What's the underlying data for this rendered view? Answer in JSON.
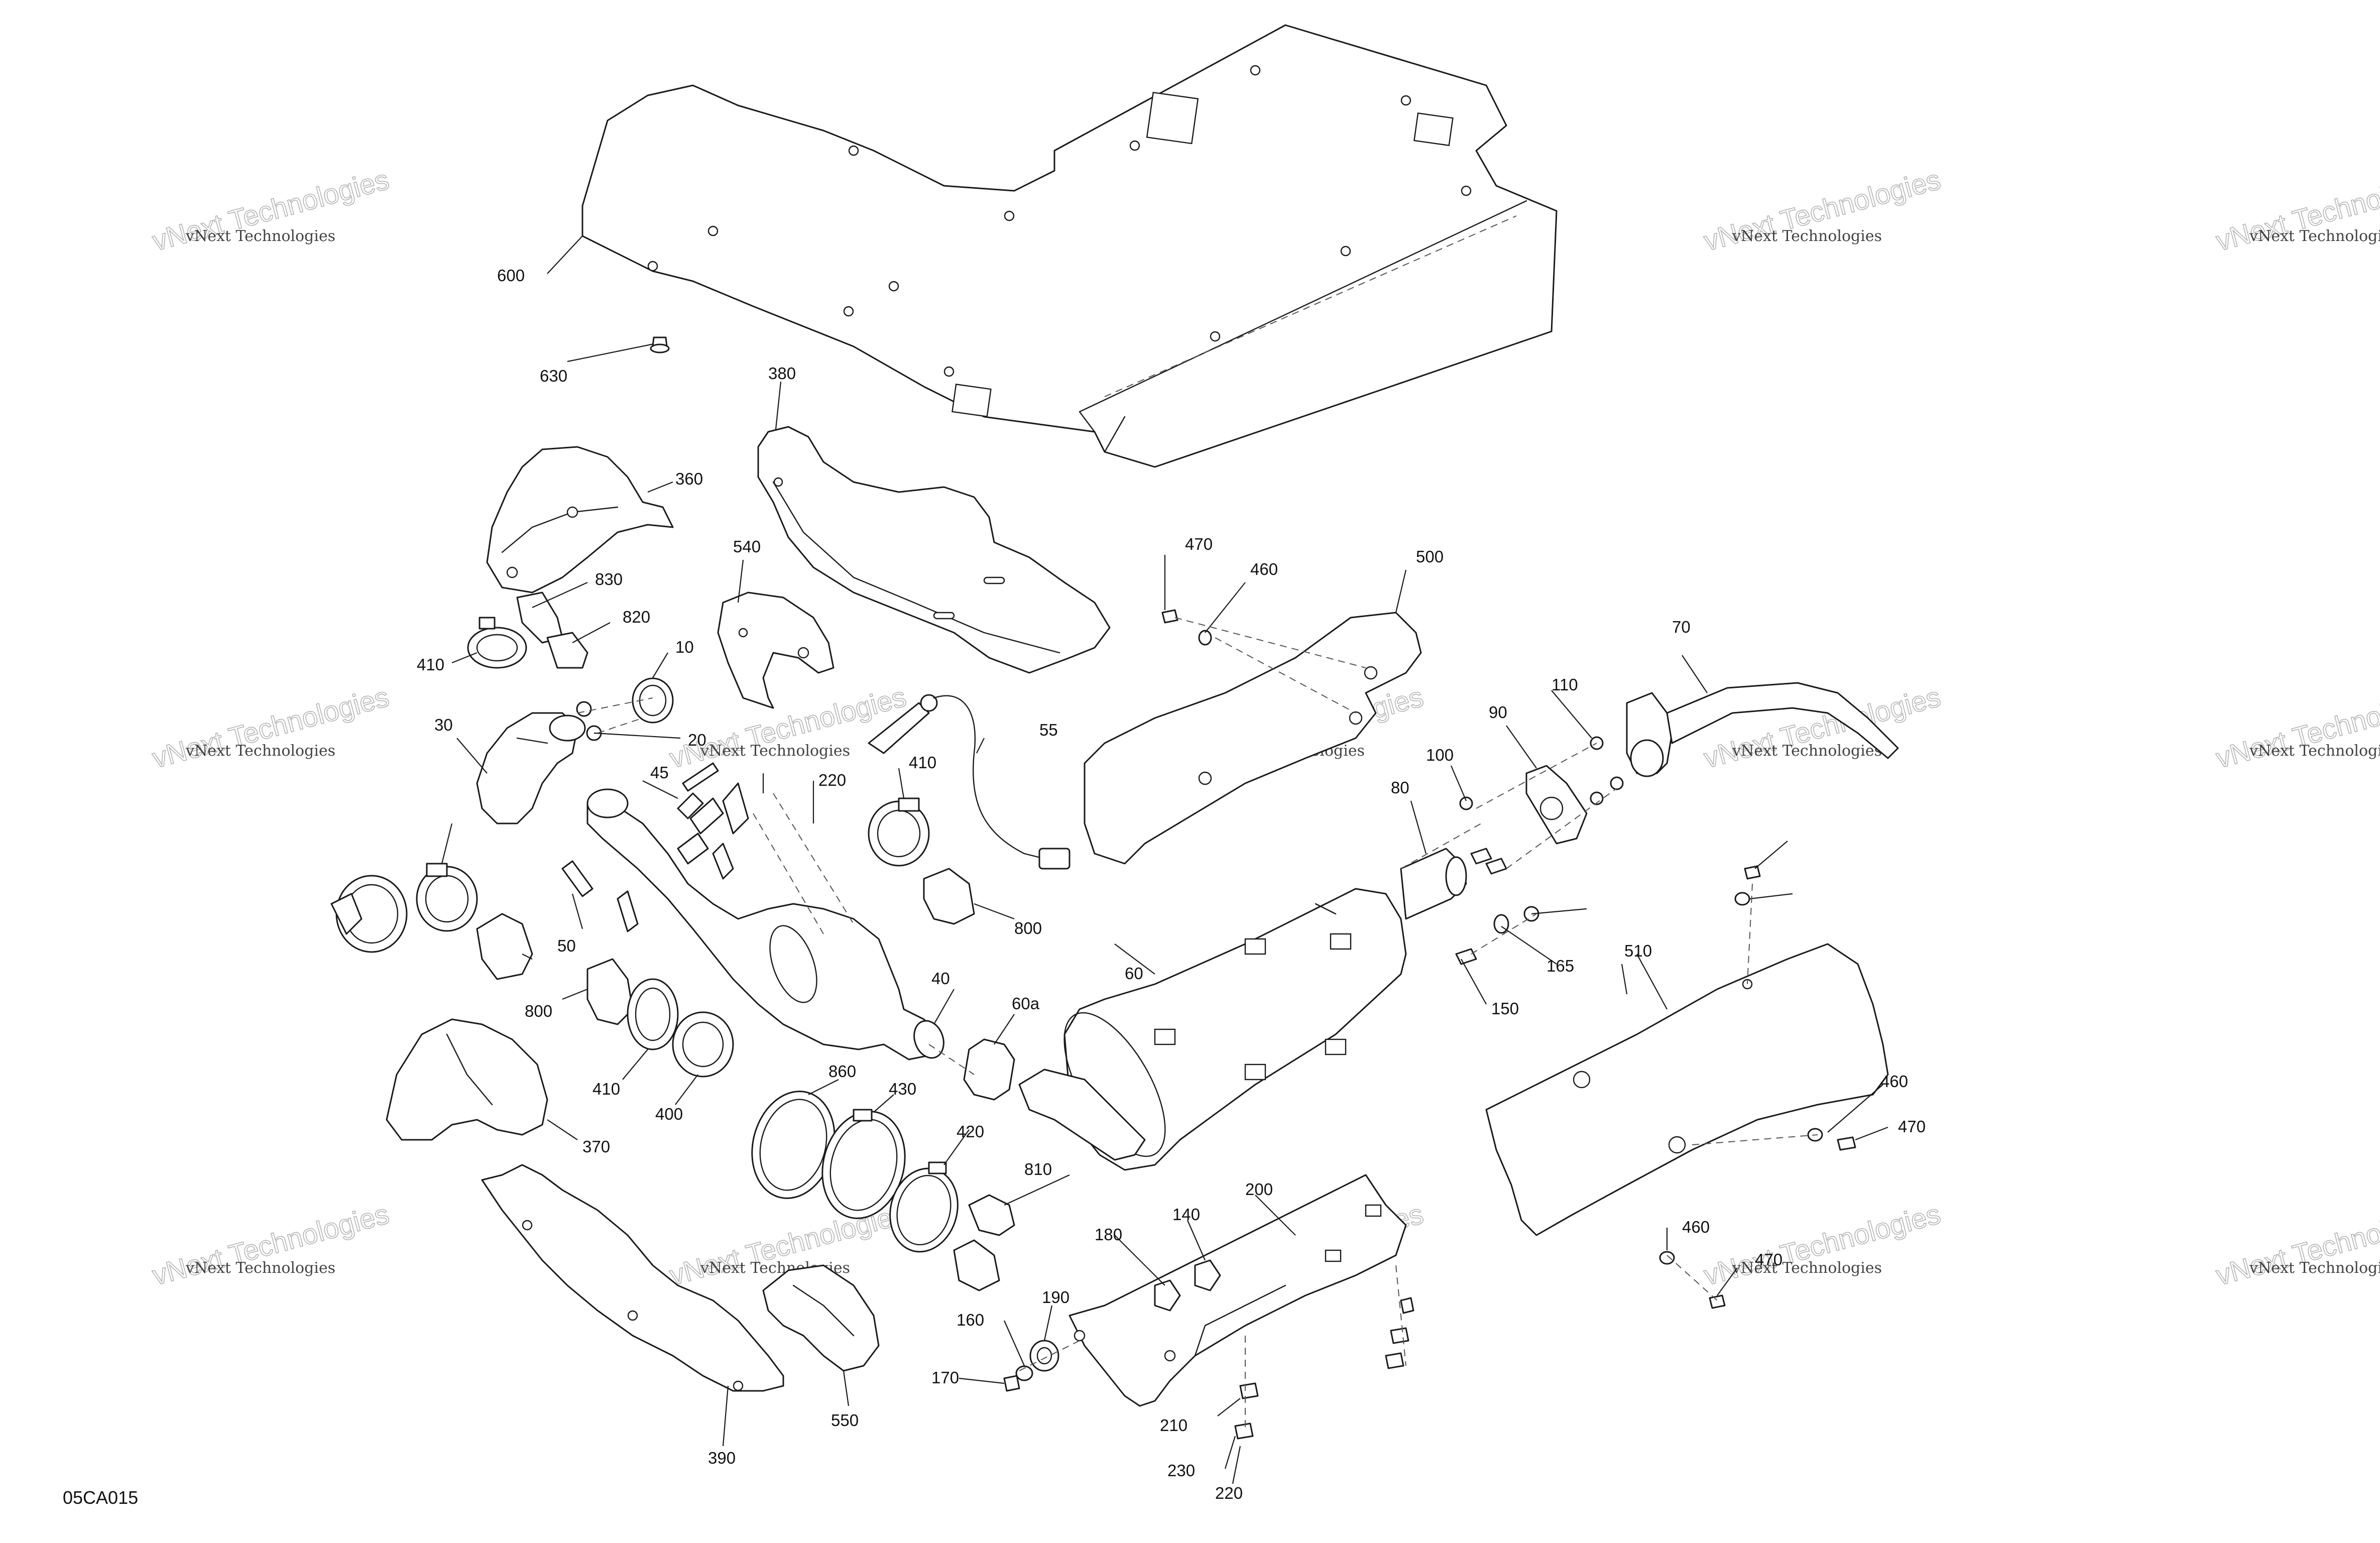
{
  "diagram_code": "05CA015",
  "watermark": "vNext Technologies",
  "part_numbers": [
    "600",
    "630",
    "380",
    "360",
    "830",
    "820",
    "410",
    "10",
    "20",
    "30",
    "540",
    "55",
    "45",
    "220",
    "60",
    "70",
    "110",
    "90",
    "100",
    "80",
    "470",
    "460",
    "500",
    "410",
    "50",
    "800",
    "800",
    "60a",
    "40",
    "165",
    "150",
    "510",
    "860",
    "430",
    "410",
    "400",
    "370",
    "420",
    "810",
    "200",
    "140",
    "180",
    "190",
    "160",
    "170",
    "210",
    "230",
    "220",
    "390",
    "550",
    "460",
    "470",
    "460",
    "470"
  ]
}
